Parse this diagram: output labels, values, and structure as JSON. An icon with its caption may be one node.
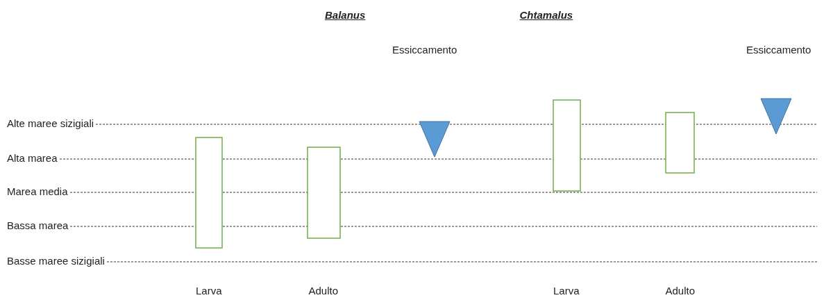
{
  "diagram": {
    "nodes": [
      {
        "text": [],
        "shape": "bar"
      },
      {
        "text": [],
        "shape": "bar"
      },
      {
        "text": [],
        "shape": "triangle"
      },
      {
        "text": [],
        "shape": "bar"
      },
      {
        "text": [],
        "shape": "bar"
      },
      {
        "text": [],
        "shape": "triangle"
      }
    ],
    "labels": [
      "Balanus",
      "Chtamalus",
      "Essiccamento",
      "Essiccamento",
      "Alte maree sizigiali",
      "Alta marea",
      "Marea media",
      "Bassa marea",
      "Basse maree sizigiali",
      "Larva",
      "Adulto",
      "Larva",
      "Adulto"
    ]
  }
}
